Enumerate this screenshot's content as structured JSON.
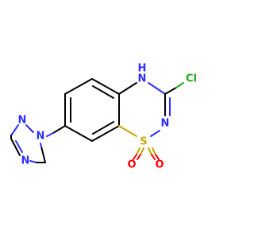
{
  "molecule": {
    "atoms": {
      "n_h": "N",
      "h_on_n": "H",
      "n_ring": "N",
      "sulfur": "S",
      "o_left": "O",
      "o_right": "O",
      "cl": "Cl",
      "tri_n1": "N",
      "tri_n2": "N",
      "tri_n4": "N"
    },
    "colors": {
      "carbon_bond": "#000000",
      "nitrogen": "#2d2dff",
      "sulfur": "#c8a800",
      "oxygen": "#ff0000",
      "chlorine": "#1fa81f"
    }
  }
}
